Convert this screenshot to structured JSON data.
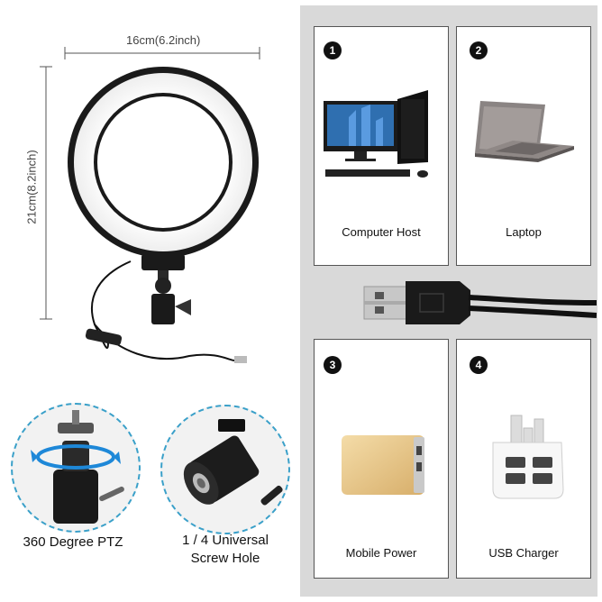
{
  "dimensions": {
    "width_label": "16cm(6.2inch)",
    "height_label": "21cm(8.2inch)"
  },
  "features": [
    {
      "caption": "360 Degree PTZ"
    },
    {
      "caption_line1": "1 / 4 Universal",
      "caption_line2": "Screw Hole"
    }
  ],
  "cards": [
    {
      "number": "1",
      "label": "Computer Host",
      "icon": "desktop-computer-icon"
    },
    {
      "number": "2",
      "label": "Laptop",
      "icon": "laptop-icon"
    },
    {
      "number": "3",
      "label": "Mobile Power",
      "icon": "power-bank-icon"
    },
    {
      "number": "4",
      "label": "USB Charger",
      "icon": "usb-charger-icon"
    }
  ],
  "colors": {
    "panel_background": "#d9d9d9",
    "circle_border": "#3aa0c9",
    "light_body": "#1a1a1a"
  }
}
